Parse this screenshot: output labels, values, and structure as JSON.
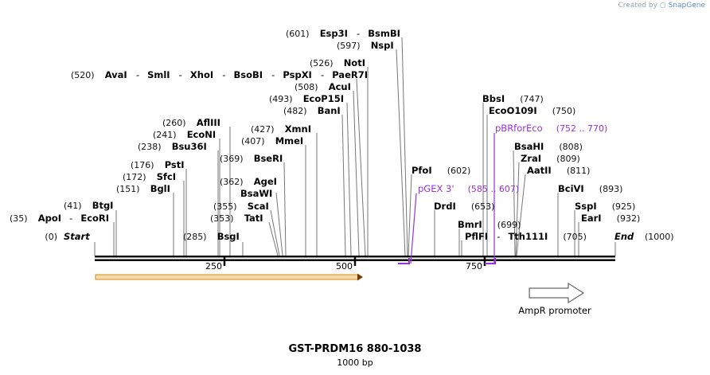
{
  "credit": {
    "prefix": "Created by",
    "brand": "SnapGene"
  },
  "title": "GST-PRDM16 880-1038",
  "subtitle": "1000 bp",
  "start_label": "Start",
  "start_num": "(0)",
  "end_label": "End",
  "end_num": "(1000)",
  "ticks": [
    "250",
    "500",
    "750"
  ],
  "sites": [
    {
      "name": "ApoI",
      "num": "(35)"
    },
    {
      "name": "EcoRI",
      "num": ""
    },
    {
      "name": "BtgI",
      "num": "(41)"
    },
    {
      "name": "BglI",
      "num": "(151)"
    },
    {
      "name": "SfcI",
      "num": "(172)"
    },
    {
      "name": "PstI",
      "num": "(176)"
    },
    {
      "name": "Bsu36I",
      "num": "(238)"
    },
    {
      "name": "EcoNI",
      "num": "(241)"
    },
    {
      "name": "AflIII",
      "num": "(260)"
    },
    {
      "name": "BsgI",
      "num": "(285)"
    },
    {
      "name": "TatI",
      "num": "(353)"
    },
    {
      "name": "ScaI",
      "num": "(355)"
    },
    {
      "name": "BsaWI",
      "num": ""
    },
    {
      "name": "AgeI",
      "num": "(362)"
    },
    {
      "name": "BseRI",
      "num": "(369)"
    },
    {
      "name": "MmeI",
      "num": "(407)"
    },
    {
      "name": "XmnI",
      "num": "(427)"
    },
    {
      "name": "BanI",
      "num": "(482)"
    },
    {
      "name": "EcoP15I",
      "num": "(493)"
    },
    {
      "name": "AcuI",
      "num": "(508)"
    },
    {
      "name": "AvaI",
      "num": "(520)"
    },
    {
      "name": "SmlI",
      "num": ""
    },
    {
      "name": "XhoI",
      "num": ""
    },
    {
      "name": "BsoBI",
      "num": ""
    },
    {
      "name": "PspXI",
      "num": ""
    },
    {
      "name": "PaeR7I",
      "num": ""
    },
    {
      "name": "NotI",
      "num": "(526)"
    },
    {
      "name": "NspI",
      "num": "(597)"
    },
    {
      "name": "Esp3I",
      "num": "(601)"
    },
    {
      "name": "BsmBI",
      "num": ""
    },
    {
      "name": "PfoI",
      "num": "(602)"
    },
    {
      "name": "DrdI",
      "num": "(653)"
    },
    {
      "name": "BmrI",
      "num": "(699)"
    },
    {
      "name": "PflFI",
      "num": ""
    },
    {
      "name": "Tth111I",
      "num": "(705)"
    },
    {
      "name": "BbsI",
      "num": "(747)"
    },
    {
      "name": "EcoO109I",
      "num": "(750)"
    },
    {
      "name": "BsaHI",
      "num": "(808)"
    },
    {
      "name": "ZraI",
      "num": "(809)"
    },
    {
      "name": "AatII",
      "num": "(811)"
    },
    {
      "name": "BciVI",
      "num": "(893)"
    },
    {
      "name": "SspI",
      "num": "(925)"
    },
    {
      "name": "EarI",
      "num": "(932)"
    }
  ],
  "primers": [
    {
      "name": "pGEX 3'",
      "range": "(585 .. 607)"
    },
    {
      "name": "pBRforEco",
      "range": "(752 .. 770)"
    }
  ],
  "features": [
    {
      "name": "",
      "color": "#e89a2a"
    },
    {
      "name": "AmpR promoter",
      "color": "#ffffff"
    }
  ],
  "colors": {
    "primer": "#9b30d9",
    "orf": "#e89a2a",
    "backbone": "#000000"
  }
}
